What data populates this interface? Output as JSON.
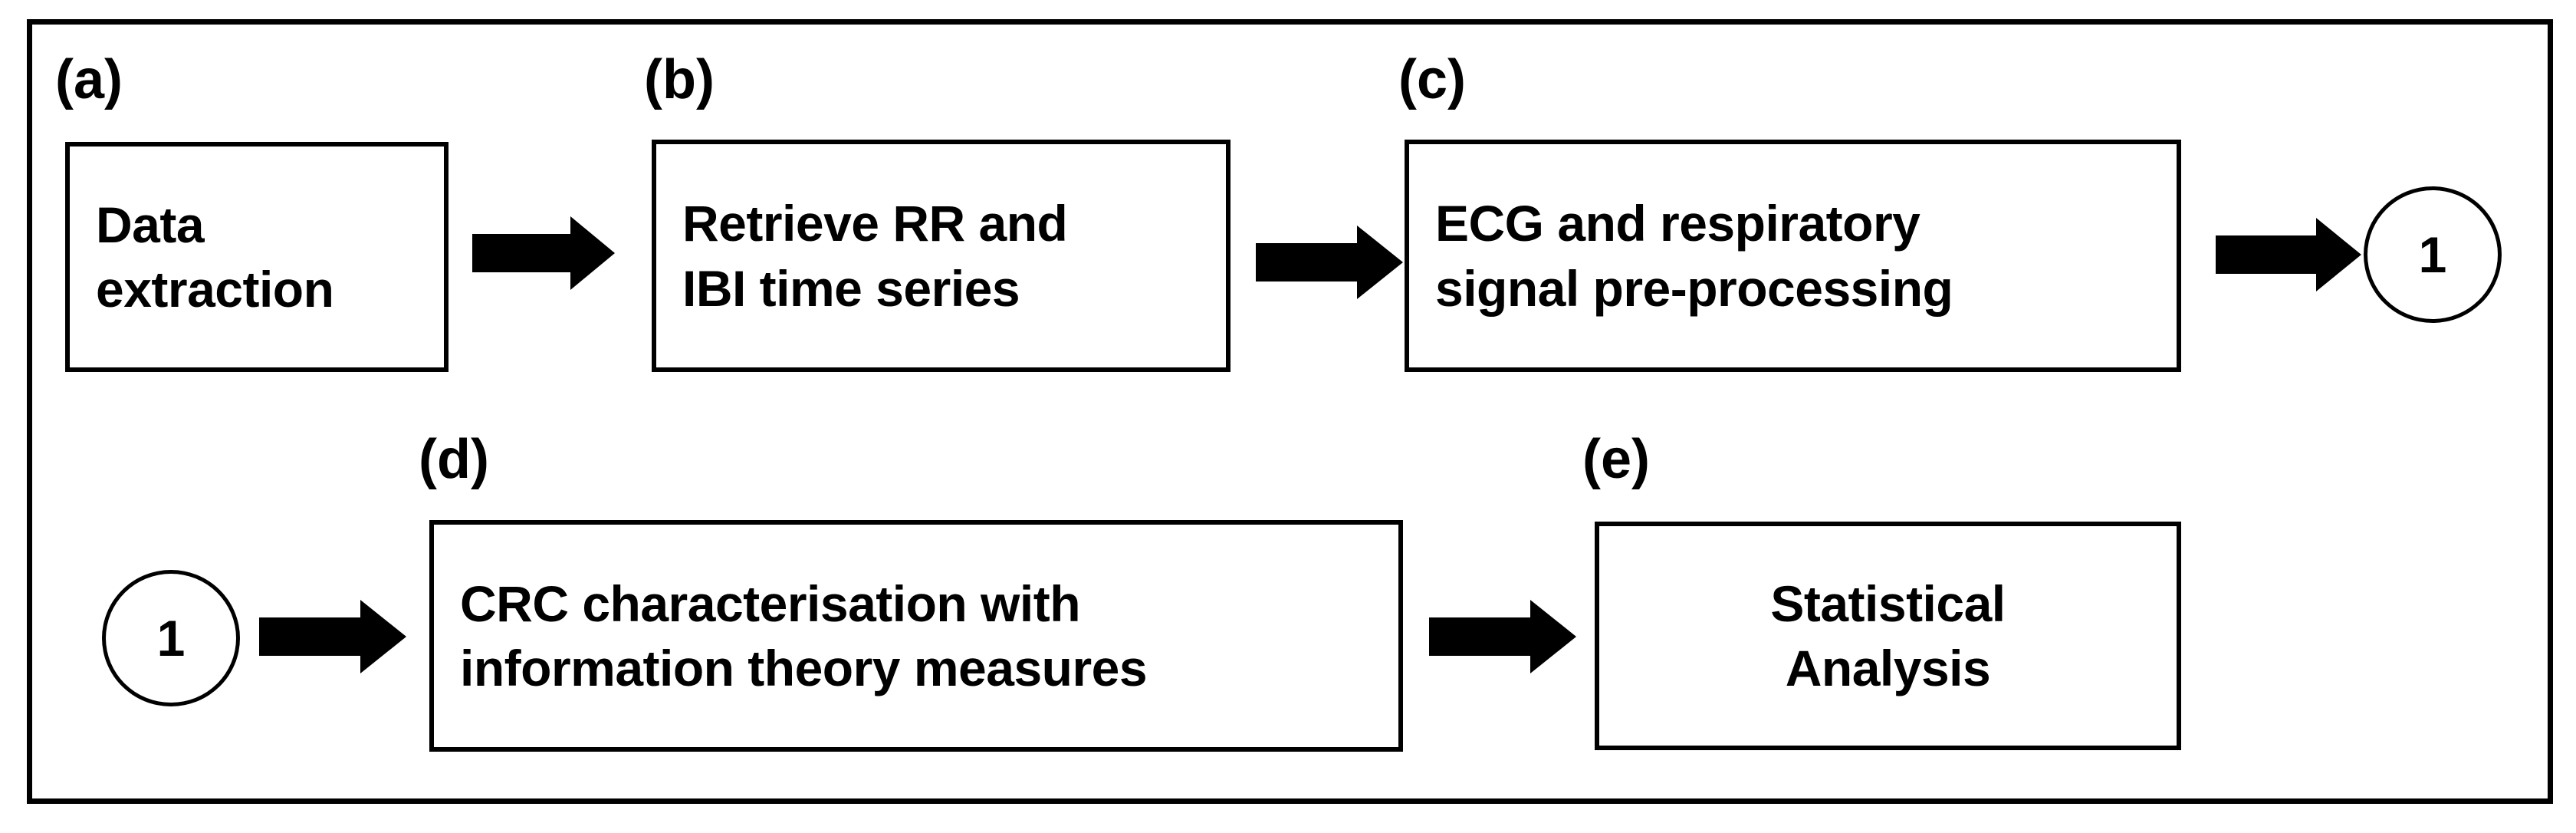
{
  "figure": {
    "kind": "flowchart",
    "orientation": "left-to-right, two rows"
  },
  "panels": [
    {
      "id": "a",
      "label": "(a)",
      "lines": [
        "Data",
        "extraction"
      ],
      "align": "left"
    },
    {
      "id": "b",
      "label": "(b)",
      "lines": [
        "Retrieve RR and",
        "IBI time series"
      ],
      "align": "left"
    },
    {
      "id": "c",
      "label": "(c)",
      "lines": [
        "ECG and respiratory",
        "signal pre-processing"
      ],
      "align": "left"
    },
    {
      "id": "d",
      "label": "(d)",
      "lines": [
        "CRC characterisation with",
        "information theory measures"
      ],
      "align": "left"
    },
    {
      "id": "e",
      "label": "(e)",
      "lines": [
        "Statistical",
        "Analysis"
      ],
      "align": "center"
    }
  ],
  "connectors": {
    "top_circle_label": "1",
    "bottom_circle_label": "1"
  },
  "arrows": [
    {
      "id": "a-to-b",
      "from": "a",
      "to": "b",
      "icon": "right-block-arrow-icon"
    },
    {
      "id": "b-to-c",
      "from": "b",
      "to": "c",
      "icon": "right-block-arrow-icon"
    },
    {
      "id": "c-to-1",
      "from": "c",
      "to": "connector-1",
      "icon": "right-block-arrow-icon"
    },
    {
      "id": "1-to-d",
      "from": "connector-1",
      "to": "d",
      "icon": "right-block-arrow-icon"
    },
    {
      "id": "d-to-e",
      "from": "d",
      "to": "e",
      "icon": "right-block-arrow-icon"
    }
  ],
  "colors": {
    "stroke": "#000000",
    "fill": "#ffffff",
    "text": "#000000"
  }
}
